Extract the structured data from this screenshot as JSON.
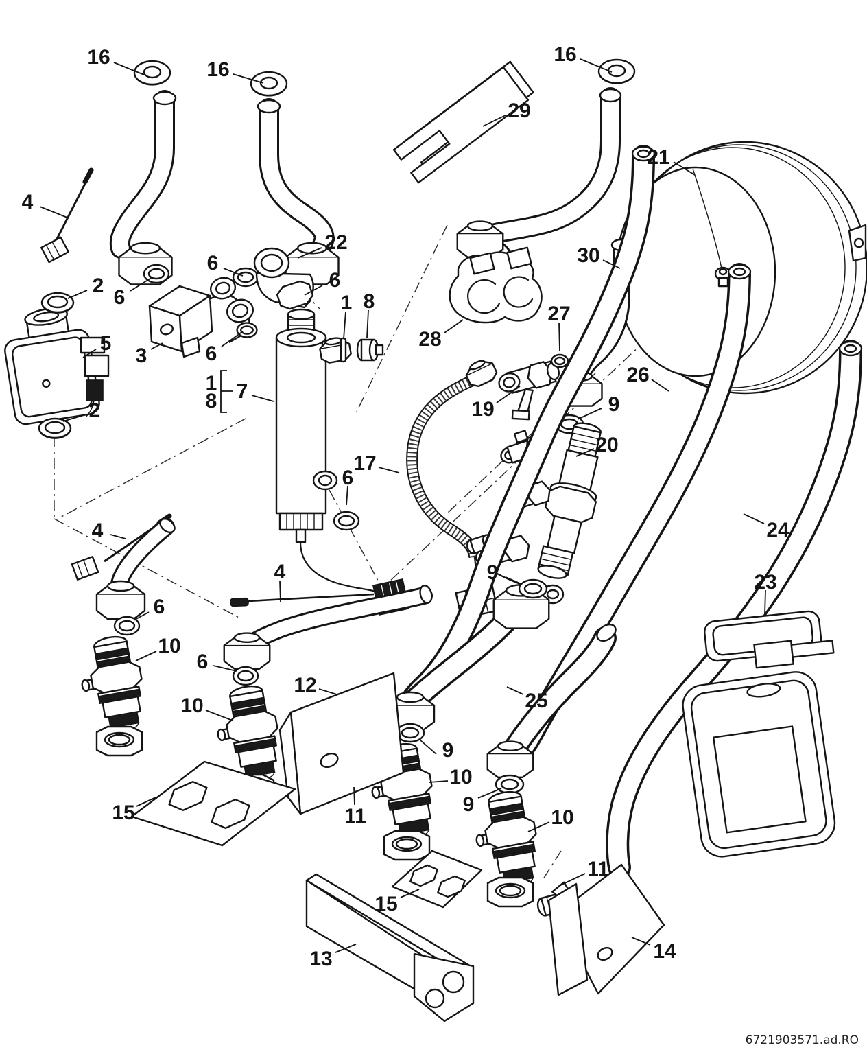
{
  "diagram": {
    "footer_code": "6721903571.ad.RO",
    "part_numbers_visible": [
      "1",
      "2",
      "3",
      "4",
      "5",
      "6",
      "7",
      "8",
      "9",
      "10",
      "11",
      "12",
      "13",
      "14",
      "15",
      "16",
      "17",
      "19",
      "20",
      "21",
      "22",
      "23",
      "24",
      "25",
      "26",
      "27",
      "28",
      "29",
      "30"
    ],
    "callouts": [
      {
        "text": "16"
      },
      {
        "text": "16"
      },
      {
        "text": "16"
      },
      {
        "text": "29"
      },
      {
        "text": "21"
      },
      {
        "text": "4"
      },
      {
        "text": "22"
      },
      {
        "text": "6"
      },
      {
        "text": "2"
      },
      {
        "text": "6"
      },
      {
        "text": "30"
      },
      {
        "text": "1"
      },
      {
        "text": "8"
      },
      {
        "text": "5"
      },
      {
        "text": "3"
      },
      {
        "text": "6"
      },
      {
        "text": "28"
      },
      {
        "text": "27"
      },
      {
        "text": "2"
      },
      {
        "text": "1"
      },
      {
        "text": "8"
      },
      {
        "text": "7"
      },
      {
        "text": "19"
      },
      {
        "text": "9"
      },
      {
        "text": "26"
      },
      {
        "text": "17"
      },
      {
        "text": "6"
      },
      {
        "text": "20"
      },
      {
        "text": "24"
      },
      {
        "text": "23"
      },
      {
        "text": "4"
      },
      {
        "text": "4"
      },
      {
        "text": "6"
      },
      {
        "text": "10"
      },
      {
        "text": "6"
      },
      {
        "text": "10"
      },
      {
        "text": "12"
      },
      {
        "text": "15"
      },
      {
        "text": "25"
      },
      {
        "text": "9"
      },
      {
        "text": "9"
      },
      {
        "text": "10"
      },
      {
        "text": "9"
      },
      {
        "text": "10"
      },
      {
        "text": "11"
      },
      {
        "text": "11"
      },
      {
        "text": "15"
      },
      {
        "text": "13"
      },
      {
        "text": "14"
      },
      {
        "text": "6"
      }
    ]
  }
}
